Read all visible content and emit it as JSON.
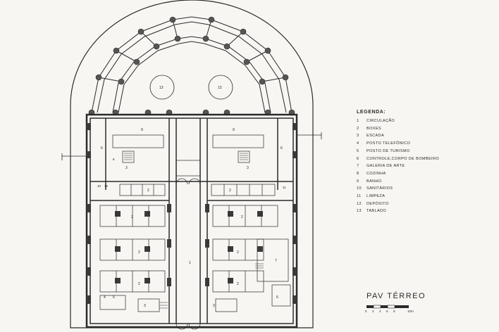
{
  "legend": {
    "title": "LEGENDA:",
    "items": [
      {
        "num": "1",
        "label": "CIRCULAÇÃO"
      },
      {
        "num": "2",
        "label": "BOXES"
      },
      {
        "num": "3",
        "label": "ESCADA"
      },
      {
        "num": "4",
        "label": "POSTO TELEFÔNICO"
      },
      {
        "num": "5",
        "label": "POSTO DE TURISMO"
      },
      {
        "num": "6",
        "label": "CONTROLE,CORPO DE BOMBEIRO"
      },
      {
        "num": "7",
        "label": "GALERIA DE ARTE"
      },
      {
        "num": "8",
        "label": "COZINHA"
      },
      {
        "num": "9",
        "label": "BANHO"
      },
      {
        "num": "10",
        "label": "SANITÁRIOS"
      },
      {
        "num": "11",
        "label": "LIMPEZA"
      },
      {
        "num": "12",
        "label": "DEPÓSITO"
      },
      {
        "num": "13",
        "label": "TABLADO"
      }
    ]
  },
  "plan_title": "PAV TÉRREO",
  "scale_labels": [
    "0",
    "2",
    "4",
    "6",
    "8",
    "10m"
  ],
  "room_labels": {
    "r1": "1",
    "r2": "2",
    "r3": "3",
    "r4": "4",
    "r5": "5",
    "r6": "6",
    "r7": "7",
    "r8": "8",
    "r9": "9",
    "r10": "10",
    "r11": "11",
    "r12": "12",
    "r13": "13"
  },
  "colors": {
    "ink": "#2a2a2a",
    "paper": "#f7f6f3",
    "fill": "#d6d4cf"
  }
}
